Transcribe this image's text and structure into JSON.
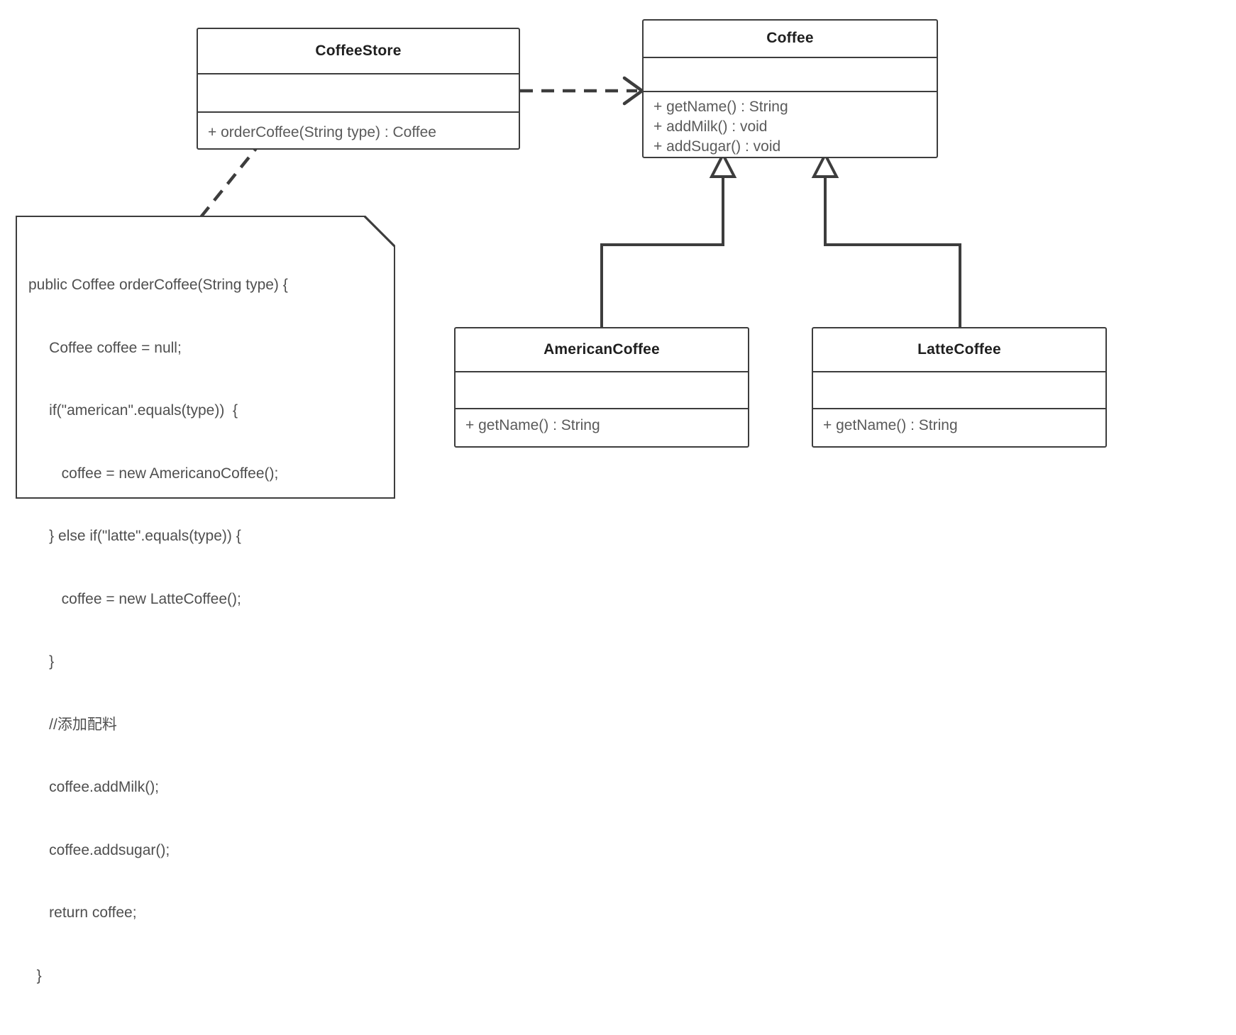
{
  "diagram": {
    "title": "Simple Factory / Coffee UML class diagram",
    "type": "uml-class-diagram",
    "stroke_color": "#3d3d3d",
    "text_color": "#5a5a5a",
    "title_color": "#1f1f1f",
    "background": "#ffffff"
  },
  "classes": {
    "coffee_store": {
      "name": "CoffeeStore",
      "attributes": [],
      "operations": [
        "+ orderCoffee(String type) : Coffee"
      ]
    },
    "coffee": {
      "name": "Coffee",
      "attributes": [],
      "operations": [
        "+ getName() : String",
        "+ addMilk() : void",
        "+ addSugar() : void"
      ]
    },
    "american_coffee": {
      "name": "AmericanCoffee",
      "attributes": [],
      "operations": [
        "+ getName() : String"
      ]
    },
    "latte_coffee": {
      "name": "LatteCoffee",
      "attributes": [],
      "operations": [
        "+ getName() : String"
      ]
    }
  },
  "note": {
    "code_lines": [
      "public Coffee orderCoffee(String type) {",
      "     Coffee coffee = null;",
      "     if(\"american\".equals(type))  {",
      "        coffee = new AmericanoCoffee();",
      "     } else if(\"latte\".equals(type)) {",
      "        coffee = new LatteCoffee();",
      "     }",
      "     //添加配料",
      "     coffee.addMilk();",
      "     coffee.addsugar();",
      "     return coffee;",
      "  }"
    ]
  },
  "relations": [
    {
      "id": "dependency-store-coffee",
      "kind": "dependency",
      "style": "dashed",
      "arrow": "open-arrow",
      "from": "CoffeeStore",
      "to": "Coffee"
    },
    {
      "id": "note-anchor-store",
      "kind": "note-link",
      "style": "dashed",
      "arrow": "none",
      "from": "note",
      "to": "CoffeeStore"
    },
    {
      "id": "generalization-american-coffee",
      "kind": "generalization",
      "style": "solid",
      "arrow": "hollow-triangle",
      "from": "AmericanCoffee",
      "to": "Coffee"
    },
    {
      "id": "generalization-latte-coffee",
      "kind": "generalization",
      "style": "solid",
      "arrow": "hollow-triangle",
      "from": "LatteCoffee",
      "to": "Coffee"
    }
  ]
}
